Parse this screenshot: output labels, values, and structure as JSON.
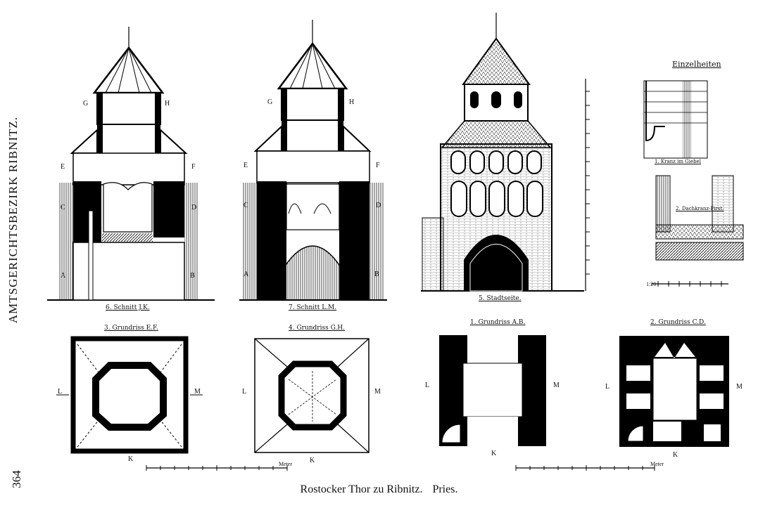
{
  "side_label": "AMTSGERICHTSBEZIRK RIBNITZ.",
  "page_number": "364",
  "caption": {
    "title": "Rostocker Thor zu Ribnitz.",
    "author": "Pries."
  },
  "figures": {
    "schnitt_jk": "6. Schnitt J.K.",
    "schnitt_lm": "7. Schnitt L.M.",
    "stadtseite": "5. Stadtseite.",
    "einzelheiten": "Einzelheiten",
    "detail_1": "1. Kranz im Giebel",
    "detail_2": "2. Dachkranz-First.",
    "grundriss_ef": "3. Grundriss E.F.",
    "grundriss_gh": "4. Grundriss G.H.",
    "grundriss_ab": "1. Grundriss A.B.",
    "grundriss_cd": "2. Grundriss C.D."
  },
  "section_letters": {
    "a": "A",
    "b": "B",
    "c": "C",
    "d": "D",
    "e": "E",
    "f": "F",
    "g": "G",
    "h": "H",
    "k": "K",
    "l": "L",
    "m": "M"
  },
  "scales": {
    "meters_label": "Meter",
    "detail_scale": "1:20"
  }
}
